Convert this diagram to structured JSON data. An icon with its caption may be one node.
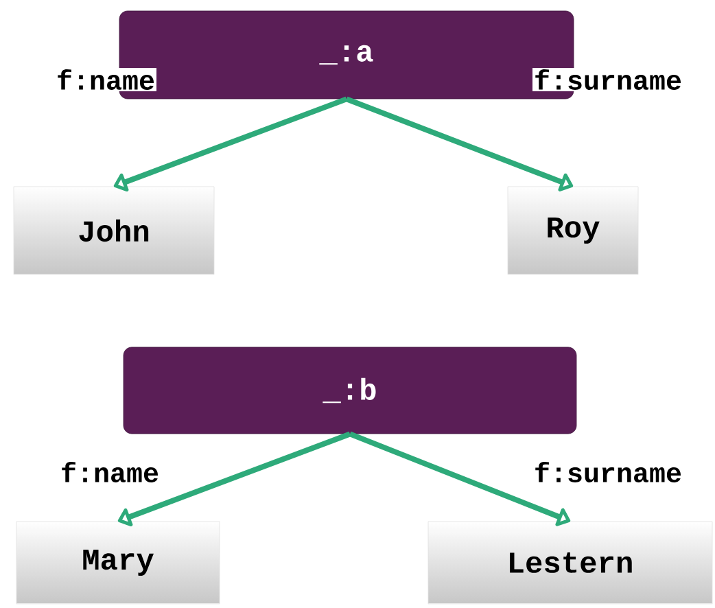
{
  "diagram": {
    "nodes": [
      {
        "text": [
          "_:a"
        ]
      },
      {
        "text": [
          "John"
        ]
      },
      {
        "text": [
          "Roy"
        ]
      },
      {
        "text": [
          "_:b"
        ]
      },
      {
        "text": [
          "Mary"
        ]
      },
      {
        "text": [
          "Lestern"
        ]
      }
    ],
    "edges": [
      {
        "from": 0,
        "to": 1,
        "arrow": "to",
        "label": "f:name"
      },
      {
        "from": 0,
        "to": 2,
        "arrow": "to",
        "label": "f:surname"
      },
      {
        "from": 3,
        "to": 4,
        "arrow": "to",
        "label": "f:name"
      },
      {
        "from": 3,
        "to": 5,
        "arrow": "to",
        "label": "f:surname"
      }
    ]
  }
}
